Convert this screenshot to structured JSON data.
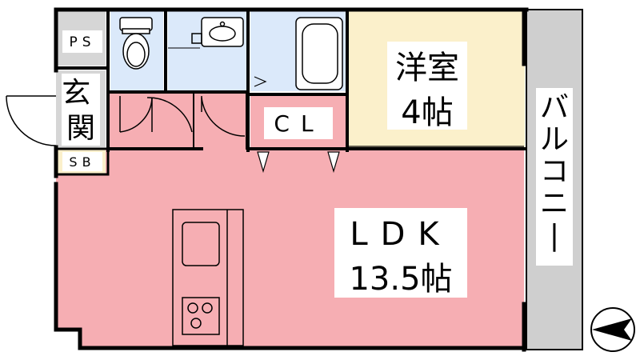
{
  "rooms": {
    "ps": "PS",
    "entrance": "玄関",
    "sb": "SB",
    "cl": "CL",
    "western_room": {
      "name": "洋室",
      "size": "4帖"
    },
    "ldk": {
      "name": "LDK",
      "size": "13.5帖"
    },
    "balcony": "バルコニー"
  },
  "colors": {
    "ldk": "#f6aeb3",
    "western_room": "#fbf0cb",
    "wet_area": "#dbe9fa",
    "balcony": "#cfcfcf",
    "closet": "#f6aeb3",
    "storage": "#d6d6d6",
    "wall": "#000000"
  },
  "icons": {
    "compass": "north-arrow-icon"
  }
}
